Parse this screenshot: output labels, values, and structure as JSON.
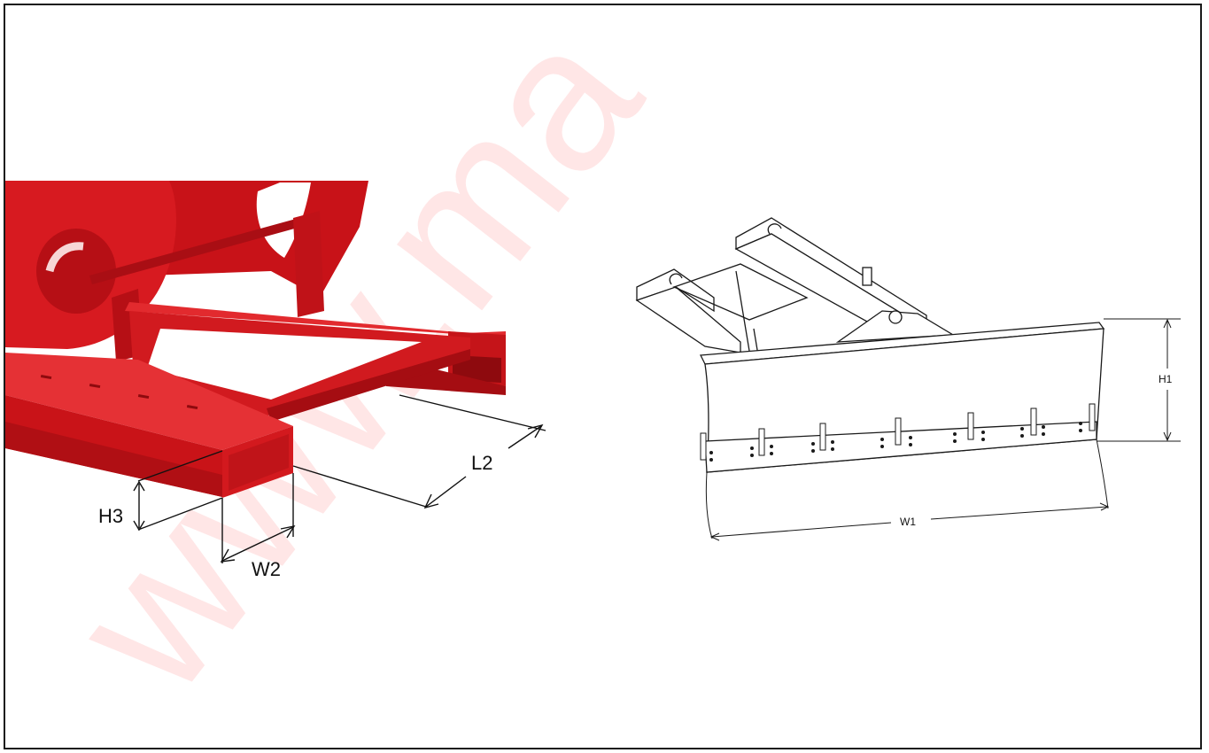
{
  "watermark": "www.ma",
  "skid_figure": {
    "labels": {
      "h3": "H3",
      "w2": "W2",
      "l2": "L2"
    },
    "colors": {
      "body": "#d0141a",
      "dark": "#8e0a0e",
      "light": "#ea3a3c"
    }
  },
  "blade_figure": {
    "labels": {
      "h1": "H1",
      "w1": "W1"
    },
    "colors": {
      "line": "#1a1a1a",
      "fill": "#ffffff"
    }
  }
}
